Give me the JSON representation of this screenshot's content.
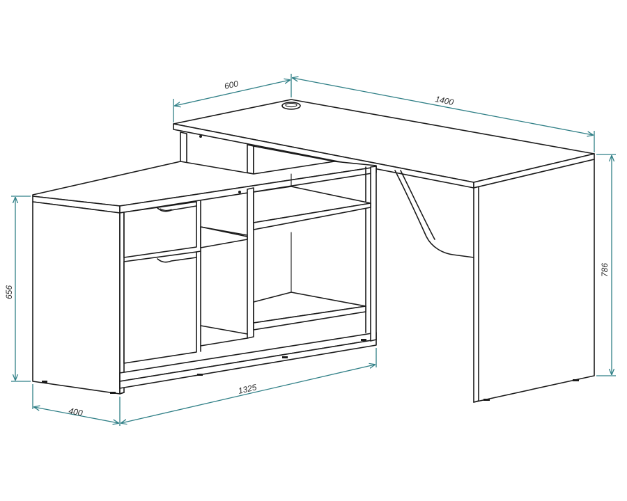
{
  "dimensions": {
    "top_depth": "600",
    "top_width": "1400",
    "cabinet_height": "656",
    "desk_height": "786",
    "cabinet_depth": "400",
    "cabinet_length": "1325"
  },
  "colors": {
    "outline": "#1a1a1a",
    "dimension_line": "#2f7f86",
    "background": "#ffffff"
  }
}
